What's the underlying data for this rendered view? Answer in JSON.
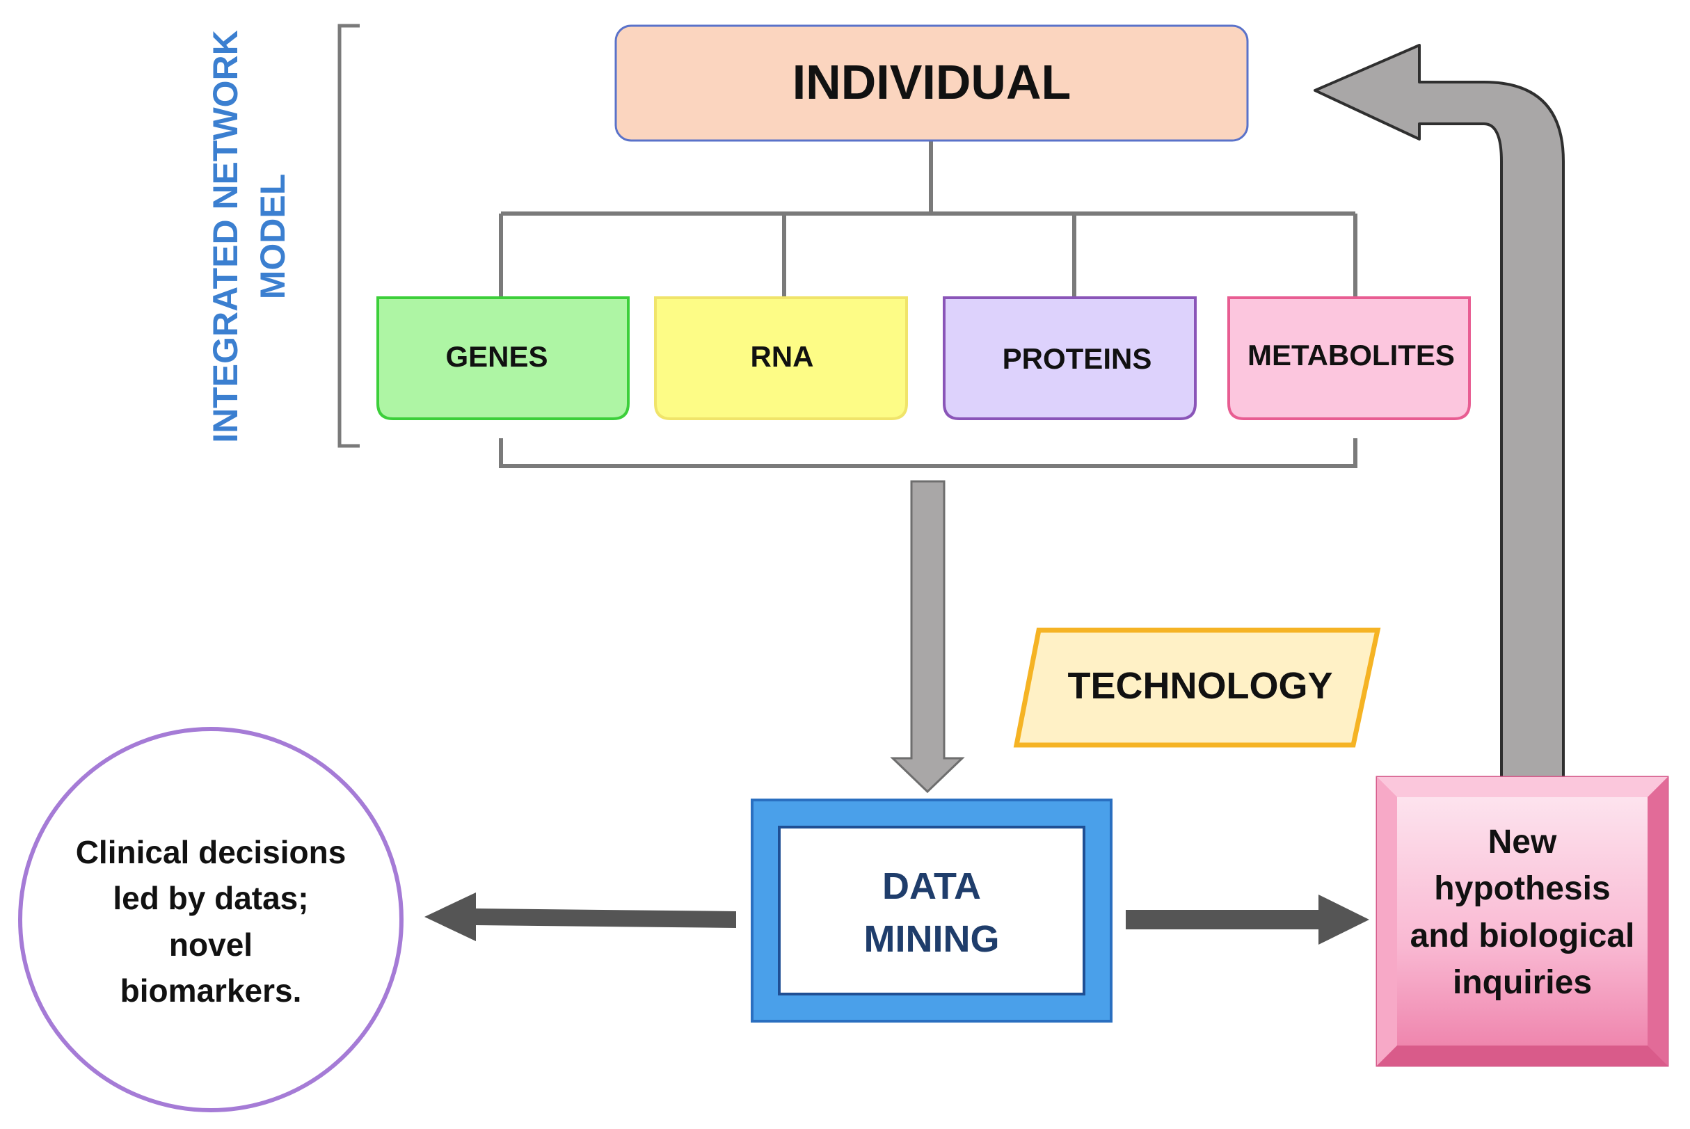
{
  "side_label": {
    "line1": "INTEGRATED NETWORK",
    "line2": "MODEL",
    "color": "#3b7fd0"
  },
  "individual": {
    "label": "INDIVIDUAL",
    "fill": "#fbd5bf",
    "stroke": "#5a72c9"
  },
  "omics": [
    {
      "label": "GENES",
      "fill": "#aef5a4",
      "stroke": "#3ccf3a"
    },
    {
      "label": "RNA",
      "fill": "#fdfc86",
      "stroke": "#f0e46a"
    },
    {
      "label": "PROTEINS",
      "fill": "#ddd2fc",
      "stroke": "#8a55b8"
    },
    {
      "label": "METABOLITES",
      "fill": "#fcc6de",
      "stroke": "#e85d92"
    }
  ],
  "technology": {
    "label": "TECHNOLOGY",
    "fill": "#fff1c6",
    "stroke": "#f5b324"
  },
  "data_mining": {
    "line1": "DATA",
    "line2": "MINING",
    "text_color": "#1f3d6b",
    "frame": "#4aa0ea",
    "frame_stroke": "#2a6fc0"
  },
  "clinical": {
    "lines": [
      "Clinical decisions",
      "led by datas;",
      "novel",
      "biomarkers."
    ],
    "stroke": "#a57bd6"
  },
  "hypothesis": {
    "lines": [
      "New",
      "hypothesis",
      "and biological",
      "inquiries"
    ],
    "fill": "#f6a3c4"
  },
  "arrow_colors": {
    "gray": "#a9a7a7",
    "dark": "#555555",
    "connector": "#7a7a7a"
  }
}
